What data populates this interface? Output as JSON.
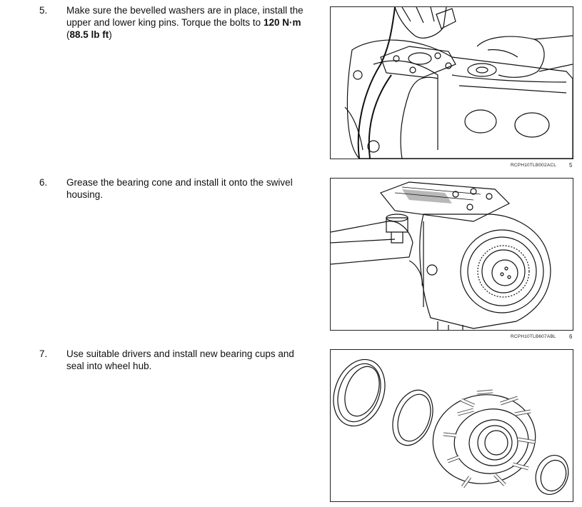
{
  "steps": [
    {
      "number": "5.",
      "text_before": "Make sure the bevelled washers are in place, install the upper and lower king pins.  Torque the bolts to ",
      "torque_nm": "120 N·m",
      "torque_open": " (",
      "torque_lbft": "88.5 lb ft",
      "torque_close": ")",
      "figure_code": "RCPH10TLB002ACL",
      "figure_number": "5"
    },
    {
      "number": "6.",
      "text": "Grease the bearing cone and install it onto the swivel housing.",
      "figure_code": "RCPH10TLB607ABL",
      "figure_number": "6"
    },
    {
      "number": "7.",
      "text": "Use suitable drivers and install new bearing cups and seal into wheel hub."
    }
  ]
}
